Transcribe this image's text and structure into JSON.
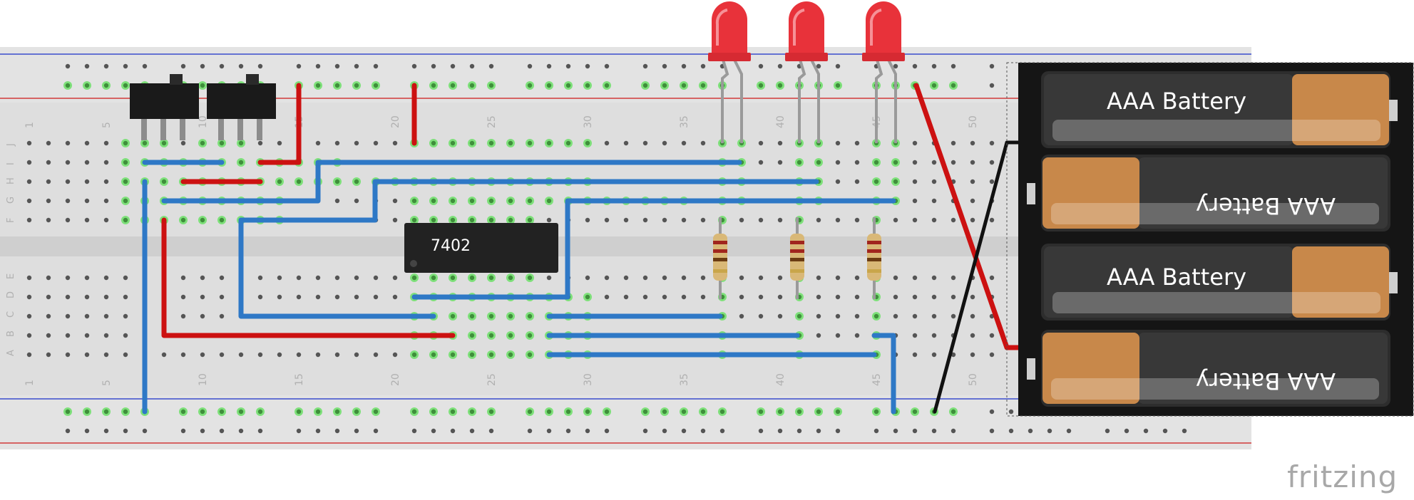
{
  "app": {
    "watermark": "fritzing"
  },
  "breadboard": {
    "column_numbers": [
      "1",
      "5",
      "10",
      "15",
      "20",
      "25",
      "30",
      "35",
      "40",
      "45",
      "50"
    ],
    "row_labels_top": [
      "J",
      "I",
      "H",
      "G",
      "F"
    ],
    "row_labels_bottom": [
      "E",
      "D",
      "C",
      "B",
      "A"
    ]
  },
  "chip": {
    "label": "7402"
  },
  "battery": {
    "cells": [
      {
        "label": "AAA Battery",
        "flipped": false
      },
      {
        "label": "AAA Battery",
        "flipped": true
      },
      {
        "label": "AAA Battery",
        "flipped": false
      },
      {
        "label": "AAA Battery",
        "flipped": true
      }
    ]
  },
  "components": {
    "leds": [
      "red-led",
      "red-led",
      "red-led"
    ],
    "resistors": [
      "resistor",
      "resistor",
      "resistor"
    ],
    "switches": [
      "slide-switch",
      "slide-switch"
    ]
  },
  "colors": {
    "wire_red": "#cc1111",
    "wire_blue": "#2e78c6",
    "wire_black": "#111111",
    "led": "#e8323a",
    "chip": "#222222",
    "rail_blue": "#3a4dcc",
    "rail_red": "#d23a3a"
  }
}
